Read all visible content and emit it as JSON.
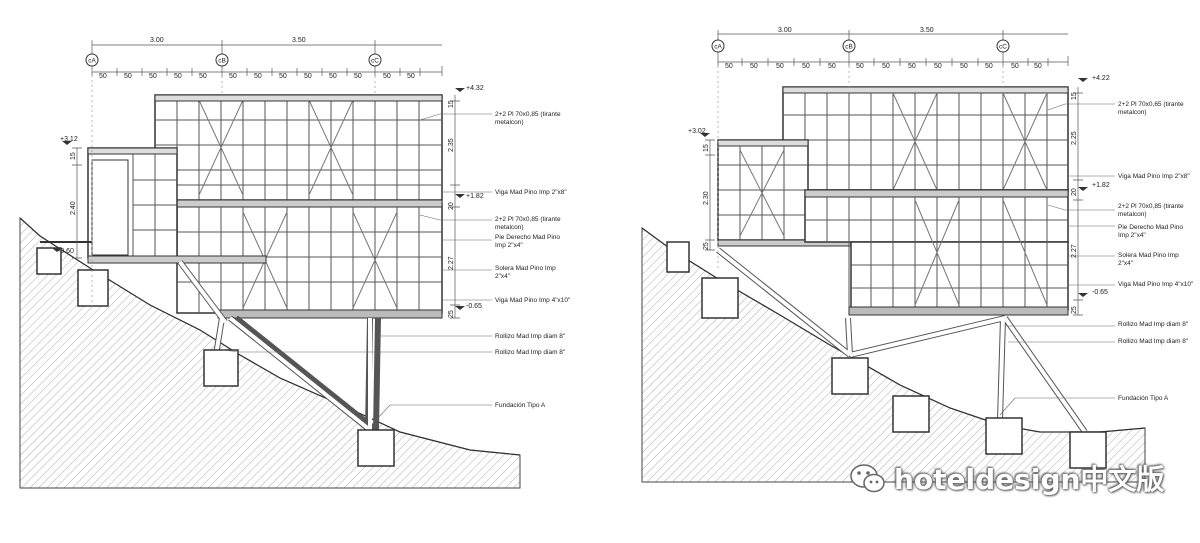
{
  "drawings": [
    {
      "grid": [
        "cA",
        "cB",
        "cC"
      ],
      "dim_top": [
        "3.00",
        "3.50"
      ],
      "dim_cells": [
        "50",
        "50",
        "50",
        "50",
        "50",
        "50",
        "50",
        "50",
        "50",
        "50",
        "50",
        "50",
        "50"
      ],
      "dim_left": [
        "15",
        "2.40"
      ],
      "dim_right": [
        "15",
        "2.35",
        "20",
        "2.27",
        "25"
      ],
      "levels": [
        "+4.32",
        "+3.12",
        "+1.82",
        "-0.60",
        "-0.65"
      ],
      "notes": [
        "2+2 Pl 70x0,85 (tirante",
        "metalcon)",
        "Viga Mad Pino Imp 2\"x8\"",
        "2+2 Pl 70x0,85 (tirante",
        "metalcon)",
        "Pie Derecho Mad Pino",
        "Imp 2\"x4\"",
        "Solera Mad Pino Imp",
        "2\"x4\"",
        "Viga Mad Pino Imp 4\"x10\"",
        "Rollizo Mad Imp diam 8\"",
        "Rollizo Mad Imp diam 8\"",
        "Fundación Tipo A"
      ]
    },
    {
      "grid": [
        "cA",
        "cB",
        "cC"
      ],
      "dim_top": [
        "3.00",
        "3.50"
      ],
      "dim_cells": [
        "50",
        "50",
        "50",
        "50",
        "50",
        "50",
        "50",
        "50",
        "50",
        "50",
        "50",
        "50",
        "50"
      ],
      "dim_left": [
        "15",
        "2.30",
        "25"
      ],
      "dim_right": [
        "15",
        "2.25",
        "20",
        "2.27",
        "25"
      ],
      "levels": [
        "+4.22",
        "+3.02",
        "+1.82",
        "-0.65"
      ],
      "notes": [
        "2+2 Pl 70x0,65 (tirante",
        "metalcon)",
        "Viga Mad Pino Imp 2\"x8\"",
        "2+2 Pl 70x0,85 (tirante",
        "metalcon)",
        "Pie Derecho Mad Pino",
        "Imp 2\"x4\"",
        "Solera Mad Pino Imp",
        "2\"x4\"",
        "Viga Mad Pino Imp 4\"x10\"",
        "Rollizo Mad Imp diam 8\"",
        "Rollizo Mad Imp diam 8\"",
        "Fundación Tipo A"
      ]
    }
  ],
  "watermark": {
    "text": "hoteldesign中文版",
    "icon": "wechat-icon"
  }
}
